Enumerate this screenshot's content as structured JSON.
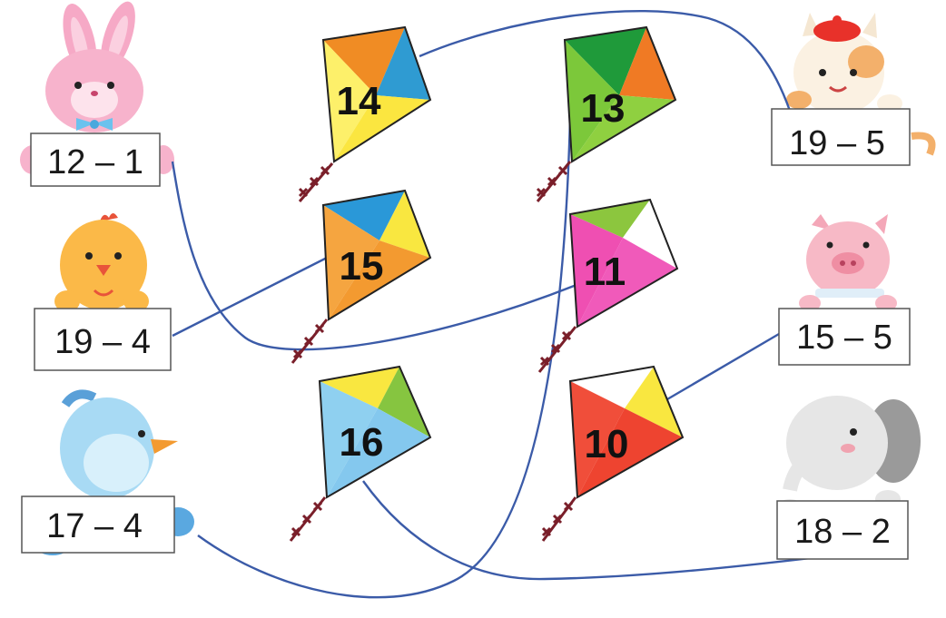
{
  "cards": [
    {
      "id": "rabbit",
      "animal": "rabbit-icon",
      "label": "12 – 1"
    },
    {
      "id": "chick",
      "animal": "chick-icon",
      "label": "19 – 4"
    },
    {
      "id": "bird",
      "animal": "bird-icon",
      "label": "17 – 4"
    },
    {
      "id": "cat",
      "animal": "cat-icon",
      "label": "19 – 5"
    },
    {
      "id": "pig",
      "animal": "pig-icon",
      "label": "15 – 5"
    },
    {
      "id": "elephant",
      "animal": "elephant-icon",
      "label": "18 – 2"
    }
  ],
  "kites": [
    {
      "id": "k14",
      "number": "14",
      "colors": [
        "#f08c24",
        "#2f9bd2",
        "#fdf06a",
        "#fbe640"
      ]
    },
    {
      "id": "k13",
      "number": "13",
      "colors": [
        "#1f9a3a",
        "#f07a24",
        "#7cc83a",
        "#8fd040"
      ]
    },
    {
      "id": "k15",
      "number": "15",
      "colors": [
        "#2a98d8",
        "#f9e740",
        "#f5a540",
        "#f39a30"
      ]
    },
    {
      "id": "k11",
      "number": "11",
      "colors": [
        "#8cc63e",
        "#ffffff",
        "#ef4fb2",
        "#f05aba"
      ]
    },
    {
      "id": "k16",
      "number": "16",
      "colors": [
        "#f9e740",
        "#86c540",
        "#8fd0f0",
        "#84c8ee"
      ]
    },
    {
      "id": "k10",
      "number": "10",
      "colors": [
        "#ffffff",
        "#f9e740",
        "#f04e3a",
        "#ee4430"
      ]
    }
  ],
  "connections": [
    {
      "from": "rabbit",
      "to": "k11"
    },
    {
      "from": "chick",
      "to": "k15"
    },
    {
      "from": "bird",
      "to": "k13"
    },
    {
      "from": "cat",
      "to": "k14"
    },
    {
      "from": "pig",
      "to": "k10"
    },
    {
      "from": "elephant",
      "to": "k16"
    }
  ],
  "colors": {
    "line": "#3b5ba8",
    "card_border": "#555555",
    "card_bg": "#ffffff"
  }
}
